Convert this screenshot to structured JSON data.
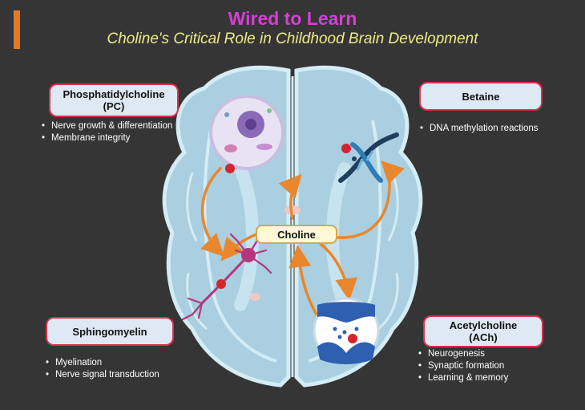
{
  "header": {
    "title": "Wired to Learn",
    "subtitle": "Choline's Critical Role in Childhood Brain Development"
  },
  "nodes": {
    "pc": {
      "title_line1": "Phosphatidylcholine",
      "title_line2": "(PC)",
      "bullets": [
        "Nerve growth & differentiation",
        "Membrane integrity"
      ]
    },
    "betaine": {
      "title": "Betaine",
      "bullets": [
        "DNA methylation reactions"
      ]
    },
    "sphingomyelin": {
      "title": "Sphingomyelin",
      "bullets": [
        "Myelination",
        "Nerve signal transduction"
      ]
    },
    "ach": {
      "title_line1": "Acetylcholine",
      "title_line2": "(ACh)",
      "bullets": [
        "Neurogenesis",
        "Synaptic formation",
        "Learning & memory"
      ]
    },
    "center": {
      "label": "Choline"
    }
  },
  "colors": {
    "background": "#353535",
    "title": "#d63fd3",
    "subtitle": "#ecec86",
    "box_fill": "#dfe9f4",
    "box_border": "#d9314a",
    "brain": "#a9cfe0",
    "arrow": "#e8872e",
    "accent_bar": "#e07a28"
  },
  "icons": [
    "brain-illustration",
    "cell-icon",
    "dna-icon",
    "neuron-icon",
    "synapse-icon"
  ]
}
